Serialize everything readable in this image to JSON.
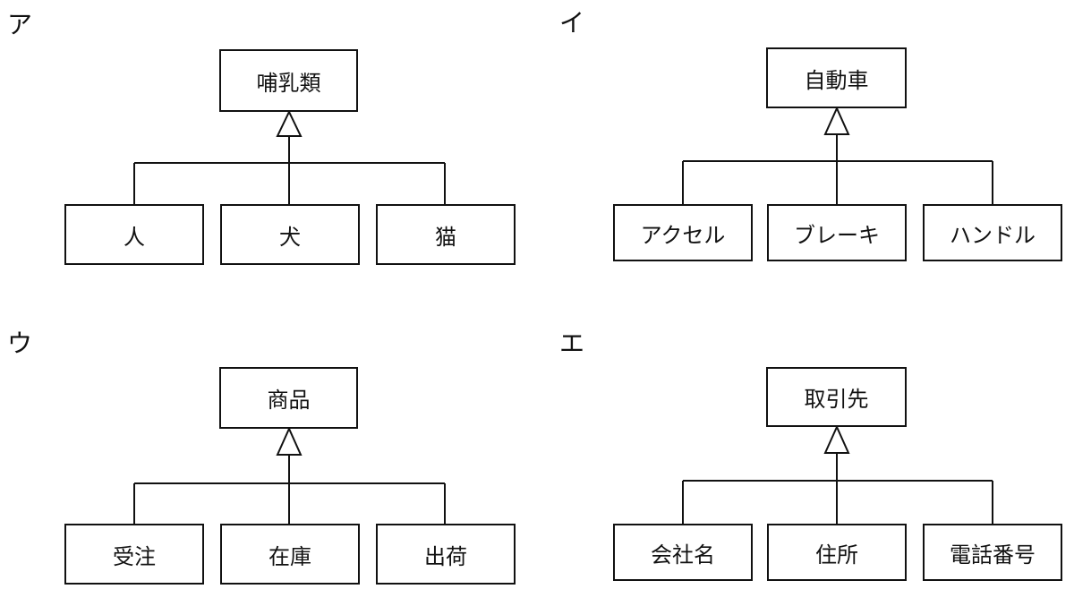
{
  "diagrams": [
    {
      "label": "ア",
      "parent": "哺乳類",
      "children": [
        "人",
        "犬",
        "猫"
      ]
    },
    {
      "label": "イ",
      "parent": "自動車",
      "children": [
        "アクセル",
        "ブレーキ",
        "ハンドル"
      ]
    },
    {
      "label": "ウ",
      "parent": "商品",
      "children": [
        "受注",
        "在庫",
        "出荷"
      ]
    },
    {
      "label": "エ",
      "parent": "取引先",
      "children": [
        "会社名",
        "住所",
        "電話番号"
      ]
    }
  ]
}
